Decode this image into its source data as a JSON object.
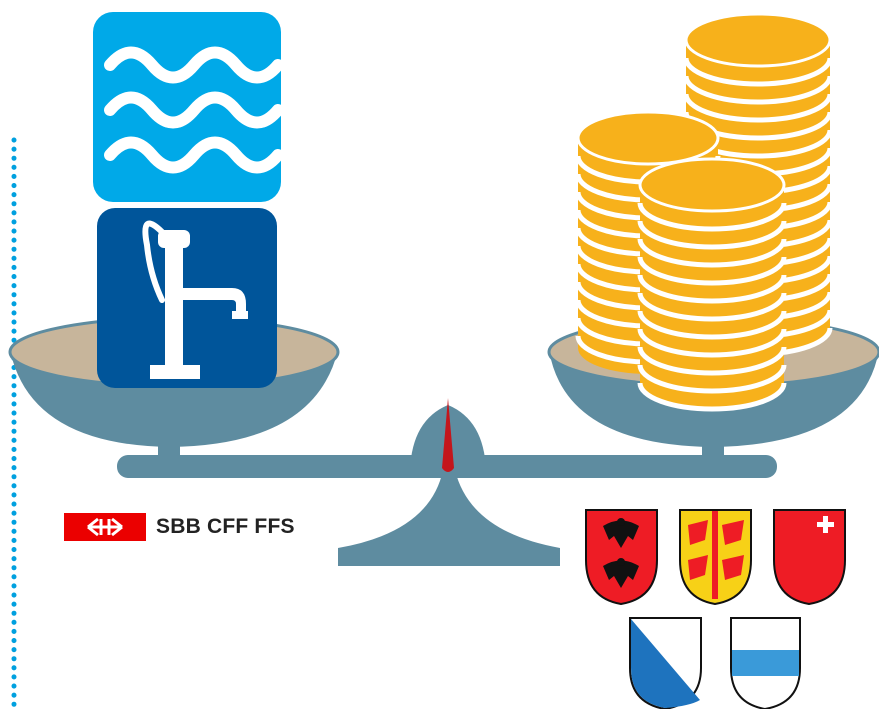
{
  "logo": {
    "text": "SBB CFF FFS",
    "brand_color": "#eb0000"
  },
  "icons": {
    "water": "water-waves-icon",
    "pump": "hand-pump-icon",
    "coins": "coin-stacks-icon",
    "scale": "balance-scale-icon"
  },
  "coats_of_arms": [
    "coat-of-arms-uri",
    "coat-of-arms-glarus",
    "coat-of-arms-schwyz",
    "coat-of-arms-zurich",
    "coat-of-arms-zug"
  ],
  "colors": {
    "water_light": "#00a9e8",
    "water_dark": "#00559a",
    "coin": "#f7b11b",
    "scale": "#5e8ca0",
    "pan": "#c7b59b",
    "needle": "#c4161c",
    "dotted_line": "#00a0df"
  }
}
